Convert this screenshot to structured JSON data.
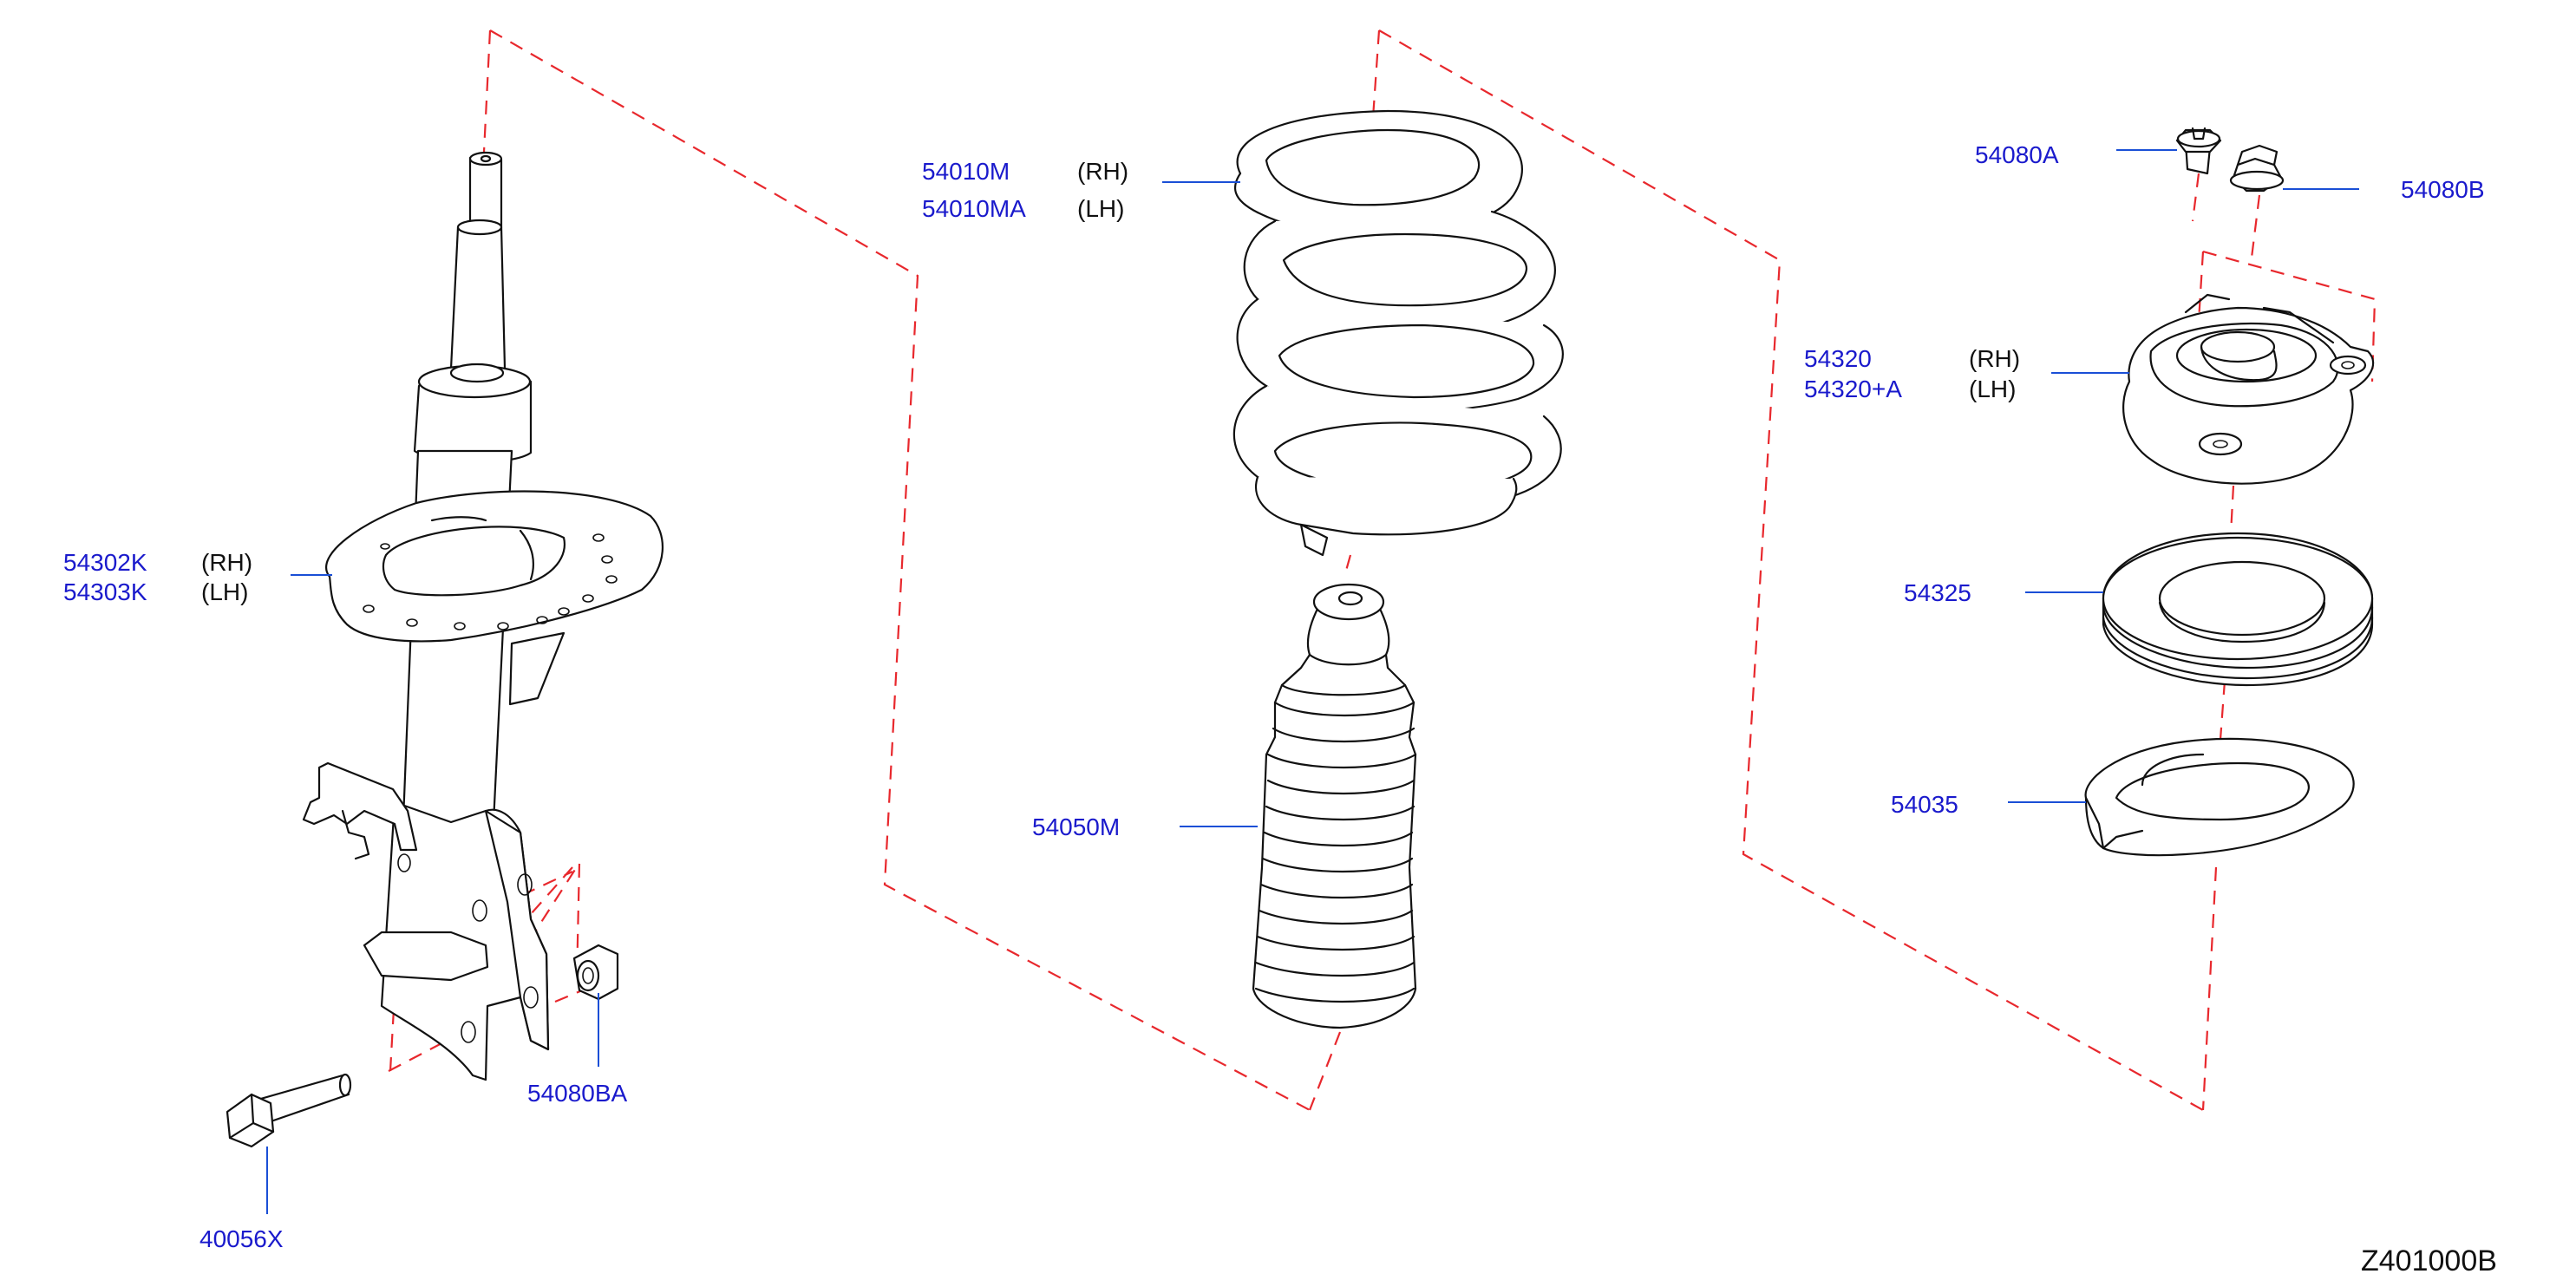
{
  "diagram_code": "Z401000B",
  "parts": [
    {
      "id": "strut",
      "numbers": [
        "54302K",
        "54303K"
      ],
      "sides": [
        "(RH)",
        "(LH)"
      ]
    },
    {
      "id": "coil-spring",
      "numbers": [
        "54010M",
        "54010MA"
      ],
      "sides": [
        "(RH)",
        "(LH)"
      ]
    },
    {
      "id": "bound-bumper",
      "numbers": [
        "54050M"
      ]
    },
    {
      "id": "bolt-a",
      "numbers": [
        "54080A"
      ]
    },
    {
      "id": "nut-b",
      "numbers": [
        "54080B"
      ]
    },
    {
      "id": "strut-mount",
      "numbers": [
        "54320",
        "54320+A"
      ],
      "sides": [
        "(RH)",
        "(LH)"
      ]
    },
    {
      "id": "bearing",
      "numbers": [
        "54325"
      ]
    },
    {
      "id": "spring-seat",
      "numbers": [
        "54035"
      ]
    },
    {
      "id": "nut-ba",
      "numbers": [
        "54080BA"
      ]
    },
    {
      "id": "bolt-x",
      "numbers": [
        "40056X"
      ]
    }
  ],
  "colors": {
    "part_number": "#1a1acc",
    "leader": "#1a4fd6",
    "assembly_line": "#e8282d",
    "outline": "#111111"
  }
}
